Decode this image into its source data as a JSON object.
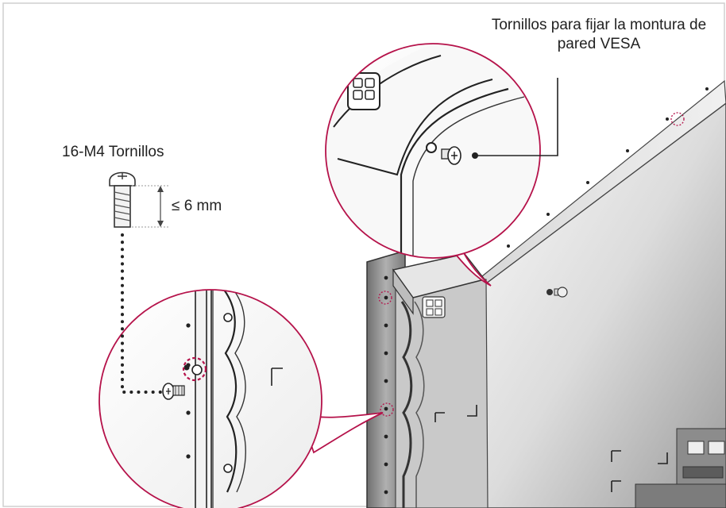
{
  "labels": {
    "screws_title": "16-M4 Tornillos",
    "screw_length": "≤ 6 mm",
    "vesa_caption": "Tornillos para fijar la montura de pared VESA"
  },
  "colors": {
    "accent": "#b5124a",
    "outline": "#333333",
    "panel_light": "#f4f4f4",
    "panel_dark": "#8a8a8a",
    "frame": "#5a5a5a"
  },
  "icons": {
    "screw": "m4-screw-icon",
    "bolt": "vesa-bolt-icon"
  }
}
